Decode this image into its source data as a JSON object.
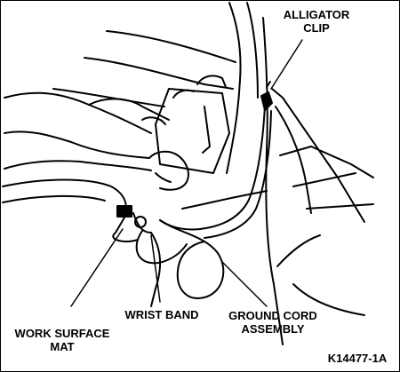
{
  "labels": {
    "alligator_clip_line1": "ALLIGATOR",
    "alligator_clip_line2": "CLIP",
    "work_surface_mat_line1": "WORK SURFACE",
    "work_surface_mat_line2": "MAT",
    "wrist_band": "WRIST BAND",
    "ground_cord_line1": "GROUND CORD",
    "ground_cord_line2": "ASSEMBLY",
    "figure_id": "K14477-1A"
  }
}
